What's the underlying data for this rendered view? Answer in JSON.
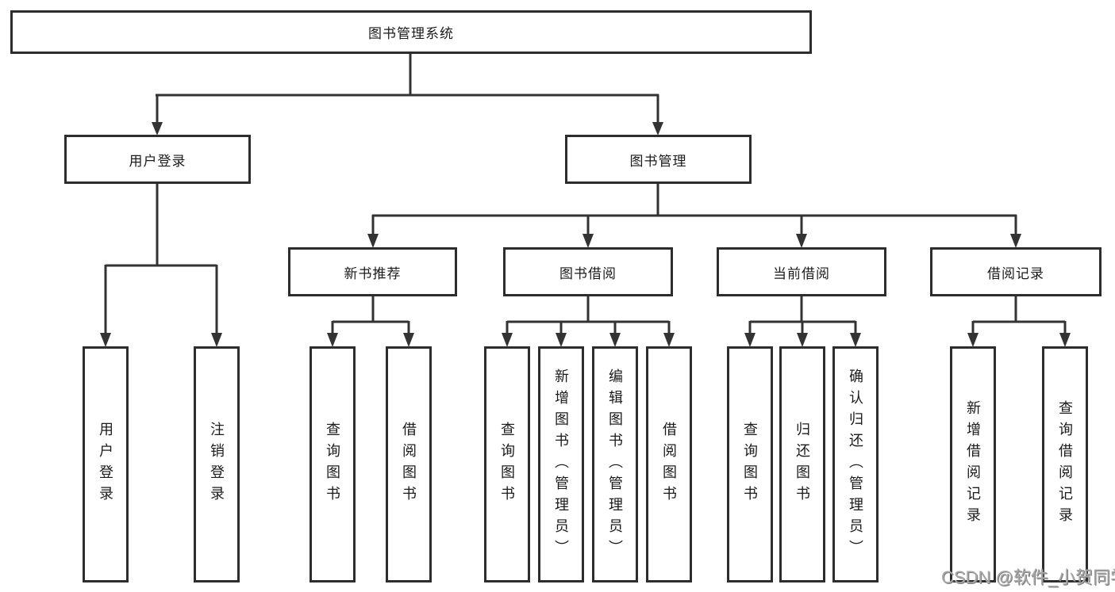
{
  "diagram_title": "图书管理系统",
  "nodes": {
    "root": "图书管理系统",
    "level1": [
      "用户登录",
      "图书管理"
    ],
    "level2": [
      "新书推荐",
      "图书借阅",
      "当前借阅",
      "借阅记录"
    ],
    "user_login_children": [
      "用户登录",
      "注销登录"
    ],
    "new_book_children": [
      "查询图书",
      "借阅图书"
    ],
    "book_borrowing_children": [
      "查询图书",
      "新增图书（管理员）",
      "编辑图书（管理员）",
      "借阅图书"
    ],
    "current_borrowing_children": [
      "查询图书",
      "归还图书",
      "确认归还（管理员）"
    ],
    "borrowing_records_children": [
      "新增借阅记录",
      "查询借阅记录"
    ]
  },
  "watermark": "CSDN @软件_小贺同学",
  "colors": {
    "line": "#333333",
    "box_border": "#2d2d2d",
    "box_fill": "#ffffff",
    "text": "#1b1b1b",
    "watermark": "#a8a8a8"
  }
}
